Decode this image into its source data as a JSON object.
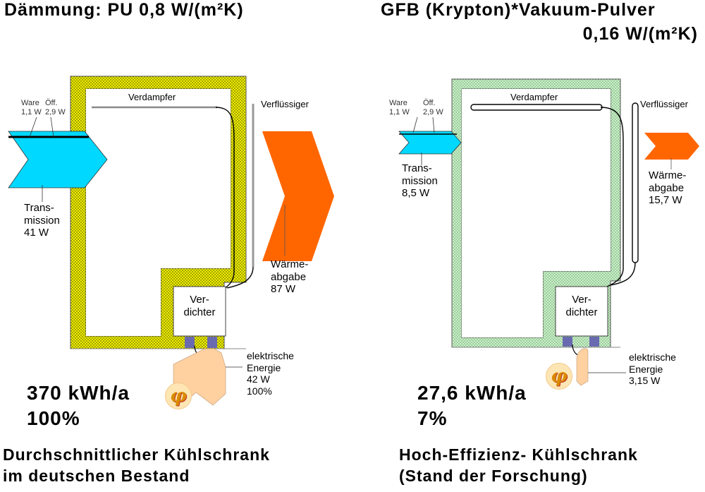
{
  "left": {
    "header": "Dämmung: PU 0,8 W/(m²K)",
    "ware_label": "Ware\n1,1 W",
    "oeff_label": "Öff.\n2,9 W",
    "evaporator_label": "Verdampfer",
    "condenser_label": "Verflüssiger",
    "transmission_label": "Trans-\nmission\n41 W",
    "heat_label": "Wärme-\nabgabe\n87 W",
    "compressor_label": "Ver-\ndichter",
    "energy_label": "elektrische\nEnergie\n42 W\n100%",
    "consumption": "370 kWh/a",
    "percent": "100%",
    "caption": "Durchschnittlicher Kühlschrank\nim deutschen Bestand",
    "logo_symbol": "φ",
    "colors": {
      "insulation": "#f0f000",
      "transmission": "#00d8ff",
      "heat": "#ff6600",
      "energy": "#ffd0a0"
    }
  },
  "right": {
    "header_line1": "GFB (Krypton)*Vakuum-Pulver",
    "header_line2": "0,16 W/(m²K)",
    "ware_label": "Ware\n1,1 W",
    "oeff_label": "Öff.\n2,9 W",
    "evaporator_label": "Verdampfer",
    "condenser_label": "Verflüssiger",
    "transmission_label": "Trans-\nmission\n8,5 W",
    "heat_label": "Wärme-\nabgabe\n15,7 W",
    "compressor_label": "Ver-\ndichter",
    "energy_label": "elektrische\nEnergie\n3,15 W",
    "consumption": "27,6 kWh/a",
    "percent": "7%",
    "caption": "Hoch-Effizienz- Kühlschrank\n(Stand der Forschung)",
    "logo_symbol": "φ",
    "colors": {
      "insulation": "#c8f0c8",
      "transmission": "#00d8ff",
      "heat": "#ff6600",
      "energy": "#ffd0a0"
    }
  }
}
